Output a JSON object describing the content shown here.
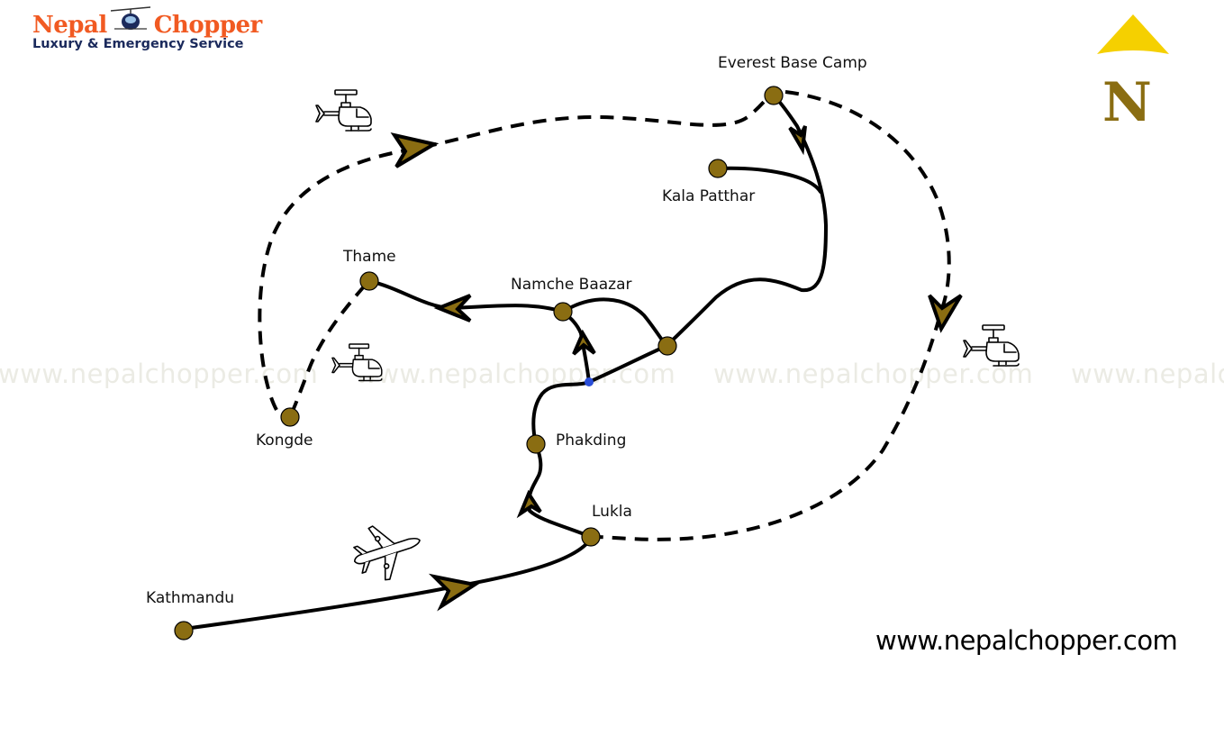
{
  "brand": {
    "name_left": "Nepal",
    "name_right": "Chopper",
    "tagline": "Luxury & Emergency Service",
    "primary_color": "#f15a22",
    "secondary_color": "#1b2a5c"
  },
  "compass": {
    "label": "N",
    "arrow_color": "#f5d000",
    "letter_color": "#8a6d12"
  },
  "watermark": {
    "text": "www.nepalchopper.com",
    "color": "#ebebe4"
  },
  "footer": {
    "url": "www.nepalchopper.com"
  },
  "legend_colors": {
    "node_fill": "#8a6d12",
    "junction_fill": "#2a4ed8",
    "route_color": "#000000"
  },
  "places": [
    {
      "id": "kathmandu",
      "label": "Kathmandu"
    },
    {
      "id": "lukla",
      "label": "Lukla"
    },
    {
      "id": "phakding",
      "label": "Phakding"
    },
    {
      "id": "namche",
      "label": "Namche Baazar"
    },
    {
      "id": "thame",
      "label": "Thame"
    },
    {
      "id": "kongde",
      "label": "Kongde"
    },
    {
      "id": "ebc",
      "label": "Everest Base Camp"
    },
    {
      "id": "kala-patthar",
      "label": "Kala Patthar"
    }
  ],
  "routes": [
    {
      "from": "Kathmandu",
      "to": "Lukla",
      "mode": "flight",
      "style": "solid"
    },
    {
      "from": "Lukla",
      "to": "Phakding",
      "mode": "trek",
      "style": "solid"
    },
    {
      "from": "Phakding",
      "to": "Namche Baazar",
      "mode": "trek",
      "style": "solid"
    },
    {
      "from": "Namche Baazar",
      "to": "Thame",
      "mode": "trek",
      "style": "solid"
    },
    {
      "from": "Thame",
      "to": "Kongde",
      "mode": "helicopter",
      "style": "dashed"
    },
    {
      "from": "Kongde",
      "to": "Everest Base Camp",
      "mode": "helicopter",
      "style": "dashed"
    },
    {
      "from": "Everest Base Camp",
      "to": "Kala Patthar",
      "mode": "trek",
      "style": "solid"
    },
    {
      "from": "Everest Base Camp",
      "to": "Lukla",
      "mode": "helicopter",
      "style": "dashed"
    }
  ]
}
